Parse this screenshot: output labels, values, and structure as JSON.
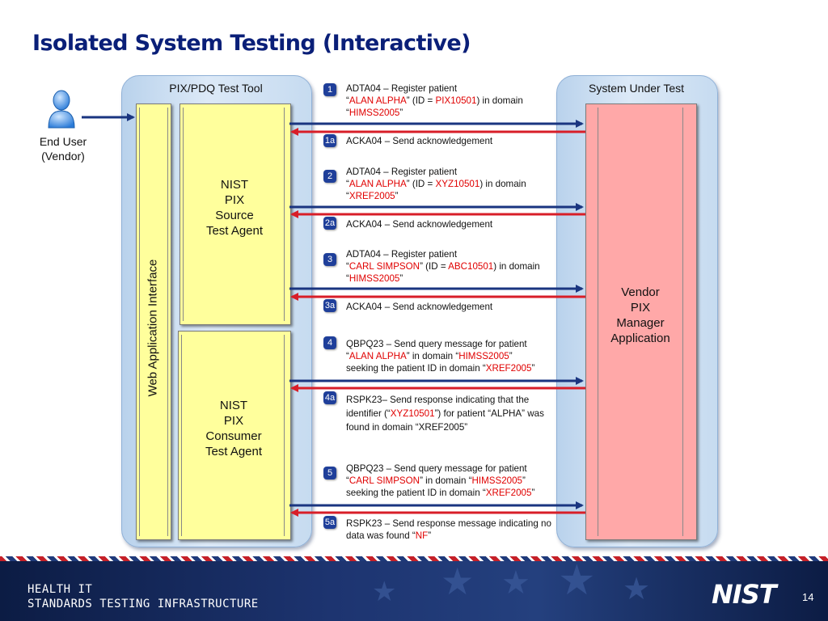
{
  "slide": {
    "title": "Isolated System Testing (Interactive)",
    "page_number": "14"
  },
  "end_user": {
    "line1": "End User",
    "line2": "(Vendor)"
  },
  "tool_panel": {
    "title": "PIX/PDQ Test Tool",
    "web_interface_label": "Web Application Interface",
    "source_agent": [
      "NIST",
      "PIX",
      "Source",
      "Test Agent"
    ],
    "consumer_agent": [
      "NIST",
      "PIX",
      "Consumer",
      "Test Agent"
    ]
  },
  "sut_panel": {
    "title": "System Under Test",
    "app_lines": [
      "Vendor",
      "PIX",
      "Manager",
      "Application"
    ]
  },
  "steps": [
    {
      "badge": "1",
      "lines": [
        [
          {
            "t": "ADTA04 – Register patient"
          }
        ],
        [
          {
            "t": "“"
          },
          {
            "t": "ALAN ALPHA",
            "red": true
          },
          {
            "t": "” (ID = "
          },
          {
            "t": "PIX10501",
            "red": true
          },
          {
            "t": ") in domain"
          }
        ],
        [
          {
            "t": "“"
          },
          {
            "t": "HIMSS2005",
            "red": true
          },
          {
            "t": "”"
          }
        ]
      ]
    },
    {
      "badge": "1a",
      "lines": [
        [
          {
            "t": "ACKA04 – Send acknowledgement"
          }
        ]
      ]
    },
    {
      "badge": "2",
      "lines": [
        [
          {
            "t": "ADTA04 – Register patient"
          }
        ],
        [
          {
            "t": "“"
          },
          {
            "t": "ALAN ALPHA",
            "red": true
          },
          {
            "t": "” (ID = "
          },
          {
            "t": "XYZ10501",
            "red": true
          },
          {
            "t": ") in domain"
          }
        ],
        [
          {
            "t": "“"
          },
          {
            "t": "XREF2005",
            "red": true
          },
          {
            "t": "”"
          }
        ]
      ]
    },
    {
      "badge": "2a",
      "lines": [
        [
          {
            "t": "ACKA04 – Send acknowledgement"
          }
        ]
      ]
    },
    {
      "badge": "3",
      "lines": [
        [
          {
            "t": "ADTA04 – Register patient"
          }
        ],
        [
          {
            "t": "“"
          },
          {
            "t": "CARL SIMPSON",
            "red": true
          },
          {
            "t": "” (ID = "
          },
          {
            "t": "ABC10501",
            "red": true
          },
          {
            "t": ") in domain"
          }
        ],
        [
          {
            "t": "“"
          },
          {
            "t": "HIMSS2005",
            "red": true
          },
          {
            "t": "”"
          }
        ]
      ]
    },
    {
      "badge": "3a",
      "lines": [
        [
          {
            "t": "ACKA04 – Send acknowledgement"
          }
        ]
      ]
    },
    {
      "badge": "4",
      "lines": [
        [
          {
            "t": "QBPQ23 – Send query message for patient"
          }
        ],
        [
          {
            "t": "“"
          },
          {
            "t": "ALAN ALPHA",
            "red": true
          },
          {
            "t": "” in domain “"
          },
          {
            "t": "HIMSS2005",
            "red": true
          },
          {
            "t": "”"
          }
        ],
        [
          {
            "t": "seeking the patient ID  in domain “"
          },
          {
            "t": "XREF2005",
            "red": true
          },
          {
            "t": "”"
          }
        ]
      ]
    },
    {
      "badge": "4a",
      "lines": [
        [
          {
            "t": "RSPK23– Send response indicating that the"
          }
        ],
        [
          {
            "t": "identifier (“"
          },
          {
            "t": "XYZ10501",
            "red": true
          },
          {
            "t": "”) for patient “ALPHA” was"
          }
        ],
        [
          {
            "t": "found in domain “XREF2005”"
          }
        ]
      ]
    },
    {
      "badge": "5",
      "lines": [
        [
          {
            "t": "QBPQ23 – Send query message for patient"
          }
        ],
        [
          {
            "t": "“"
          },
          {
            "t": "CARL SIMPSON",
            "red": true
          },
          {
            "t": "” in domain “"
          },
          {
            "t": "HIMSS2005",
            "red": true
          },
          {
            "t": "”"
          }
        ],
        [
          {
            "t": "seeking the patient ID in domain “"
          },
          {
            "t": "XREF2005",
            "red": true
          },
          {
            "t": "”"
          }
        ]
      ]
    },
    {
      "badge": "5a",
      "lines": [
        [
          {
            "t": "RSPK23 – Send response message indicating no"
          }
        ],
        [
          {
            "t": "data was found “"
          },
          {
            "t": "NF",
            "red": true
          },
          {
            "t": "”"
          }
        ]
      ]
    }
  ],
  "footer": {
    "line1": "HEALTH IT",
    "line2": "STANDARDS TESTING INFRASTRUCTURE",
    "logo": "NIST"
  },
  "colors": {
    "title": "#0a1f78",
    "request_arrow": "#1a3580",
    "response_arrow": "#d81e28",
    "highlight_text": "#e00000",
    "badge": "#1f3f9a"
  },
  "icons": [
    "user-icon"
  ]
}
